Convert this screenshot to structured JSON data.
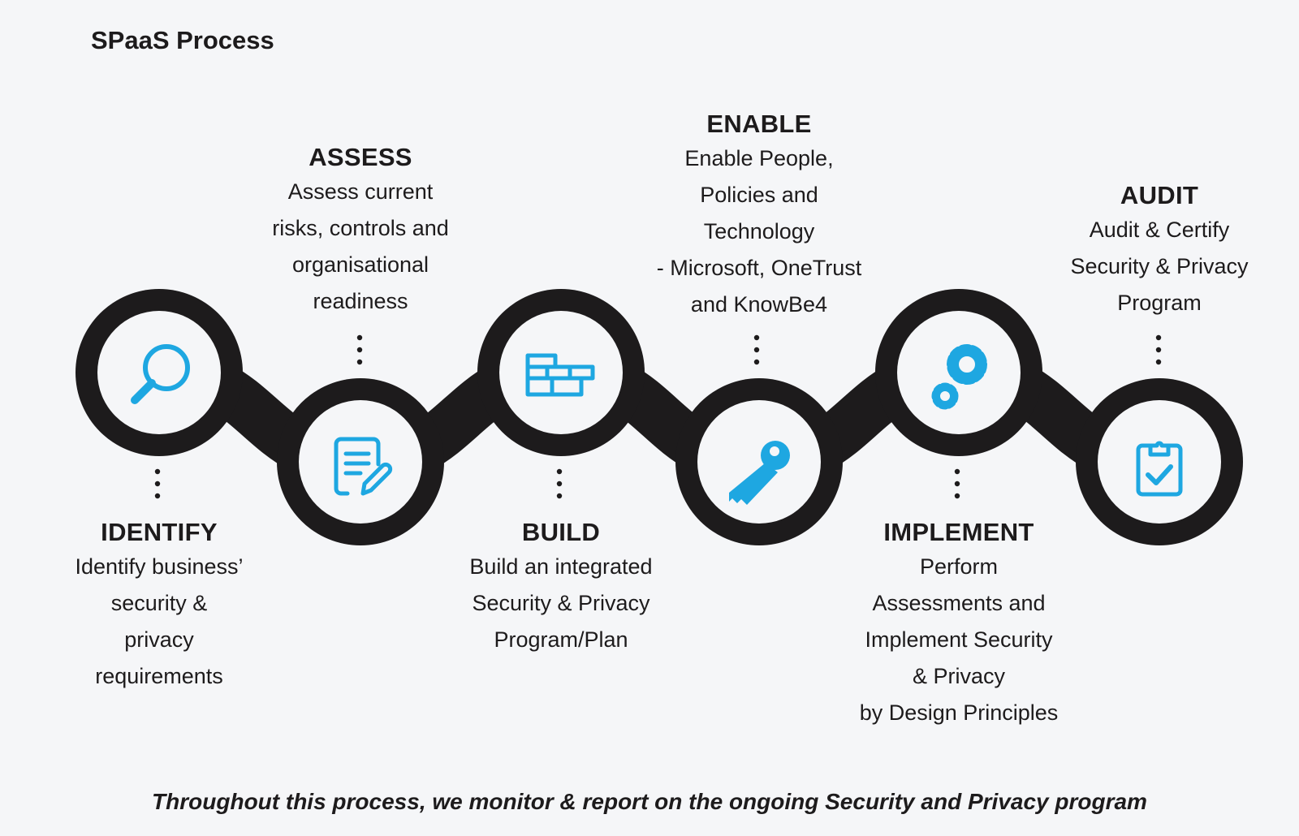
{
  "title": "SPaaS Process",
  "colors": {
    "ring": "#1d1b1c",
    "icon": "#1ea7e1",
    "background": "#f5f6f8"
  },
  "steps": [
    {
      "id": "identify",
      "heading": "IDENTIFY",
      "icon": "magnifier-icon",
      "lines": [
        "Identify business’",
        "security &",
        "privacy",
        "requirements"
      ]
    },
    {
      "id": "assess",
      "heading": "ASSESS",
      "icon": "document-edit-icon",
      "lines": [
        "Assess current",
        "risks, controls and",
        "organisational",
        "readiness"
      ]
    },
    {
      "id": "build",
      "heading": "BUILD",
      "icon": "brick-wall-icon",
      "lines": [
        "Build an integrated",
        "Security & Privacy",
        "Program/Plan"
      ]
    },
    {
      "id": "enable",
      "heading": "ENABLE",
      "icon": "key-icon",
      "lines": [
        "Enable People,",
        "Policies and",
        "Technology",
        "- Microsoft, OneTrust",
        "and KnowBe4"
      ]
    },
    {
      "id": "implement",
      "heading": "IMPLEMENT",
      "icon": "gears-icon",
      "lines": [
        "Perform",
        "Assessments  and",
        "Implement Security",
        "& Privacy",
        "by Design Principles"
      ]
    },
    {
      "id": "audit",
      "heading": "AUDIT",
      "icon": "clipboard-check-icon",
      "lines": [
        "Audit & Certify",
        "Security & Privacy",
        "Program"
      ]
    }
  ],
  "footer": "Throughout this process, we monitor & report on the ongoing Security and Privacy program"
}
